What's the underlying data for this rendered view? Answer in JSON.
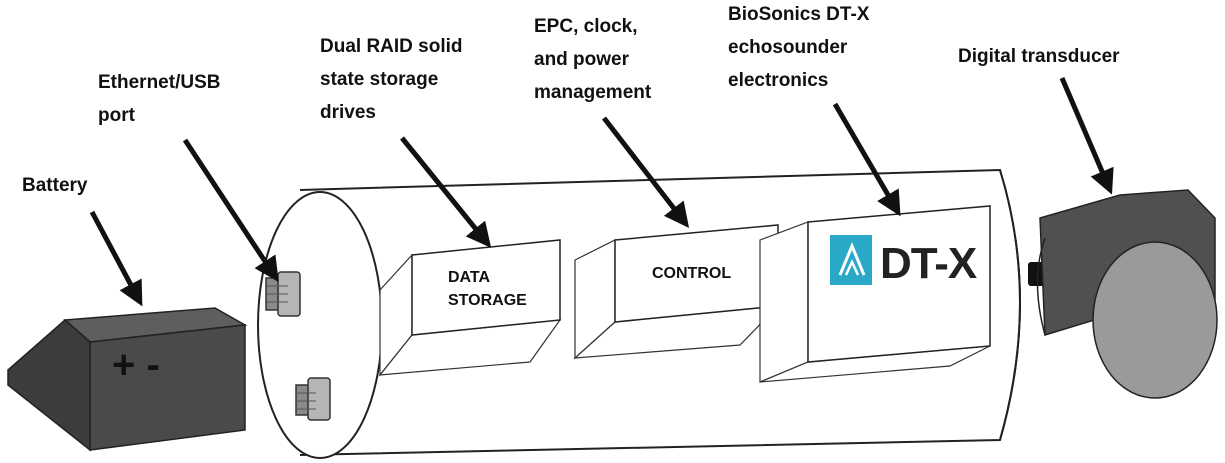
{
  "labels": {
    "battery": "Battery",
    "ethernet_line1": "Ethernet/USB",
    "ethernet_line2": "port",
    "storage_line1": "Dual RAID solid",
    "storage_line2": "state storage",
    "storage_line3": "drives",
    "epc_line1": "EPC, clock,",
    "epc_line2": "and power",
    "epc_line3": "management",
    "biosonics_line1": "BioSonics DT-X",
    "biosonics_line2": "echosounder",
    "biosonics_line3": "electronics",
    "transducer": "Digital transducer"
  },
  "boxes": {
    "data_storage_line1": "DATA",
    "data_storage_line2": "STORAGE",
    "control": "CONTROL",
    "dtx_logo": "DT-X"
  },
  "battery": {
    "symbols": "+ -"
  },
  "colors": {
    "battery_body": "#4a4a4a",
    "battery_top": "#5e5e5e",
    "transducer_body": "#505050",
    "transducer_face": "#9a9a9a",
    "logo_accent": "#2aa8c8",
    "outline": "#222222"
  }
}
